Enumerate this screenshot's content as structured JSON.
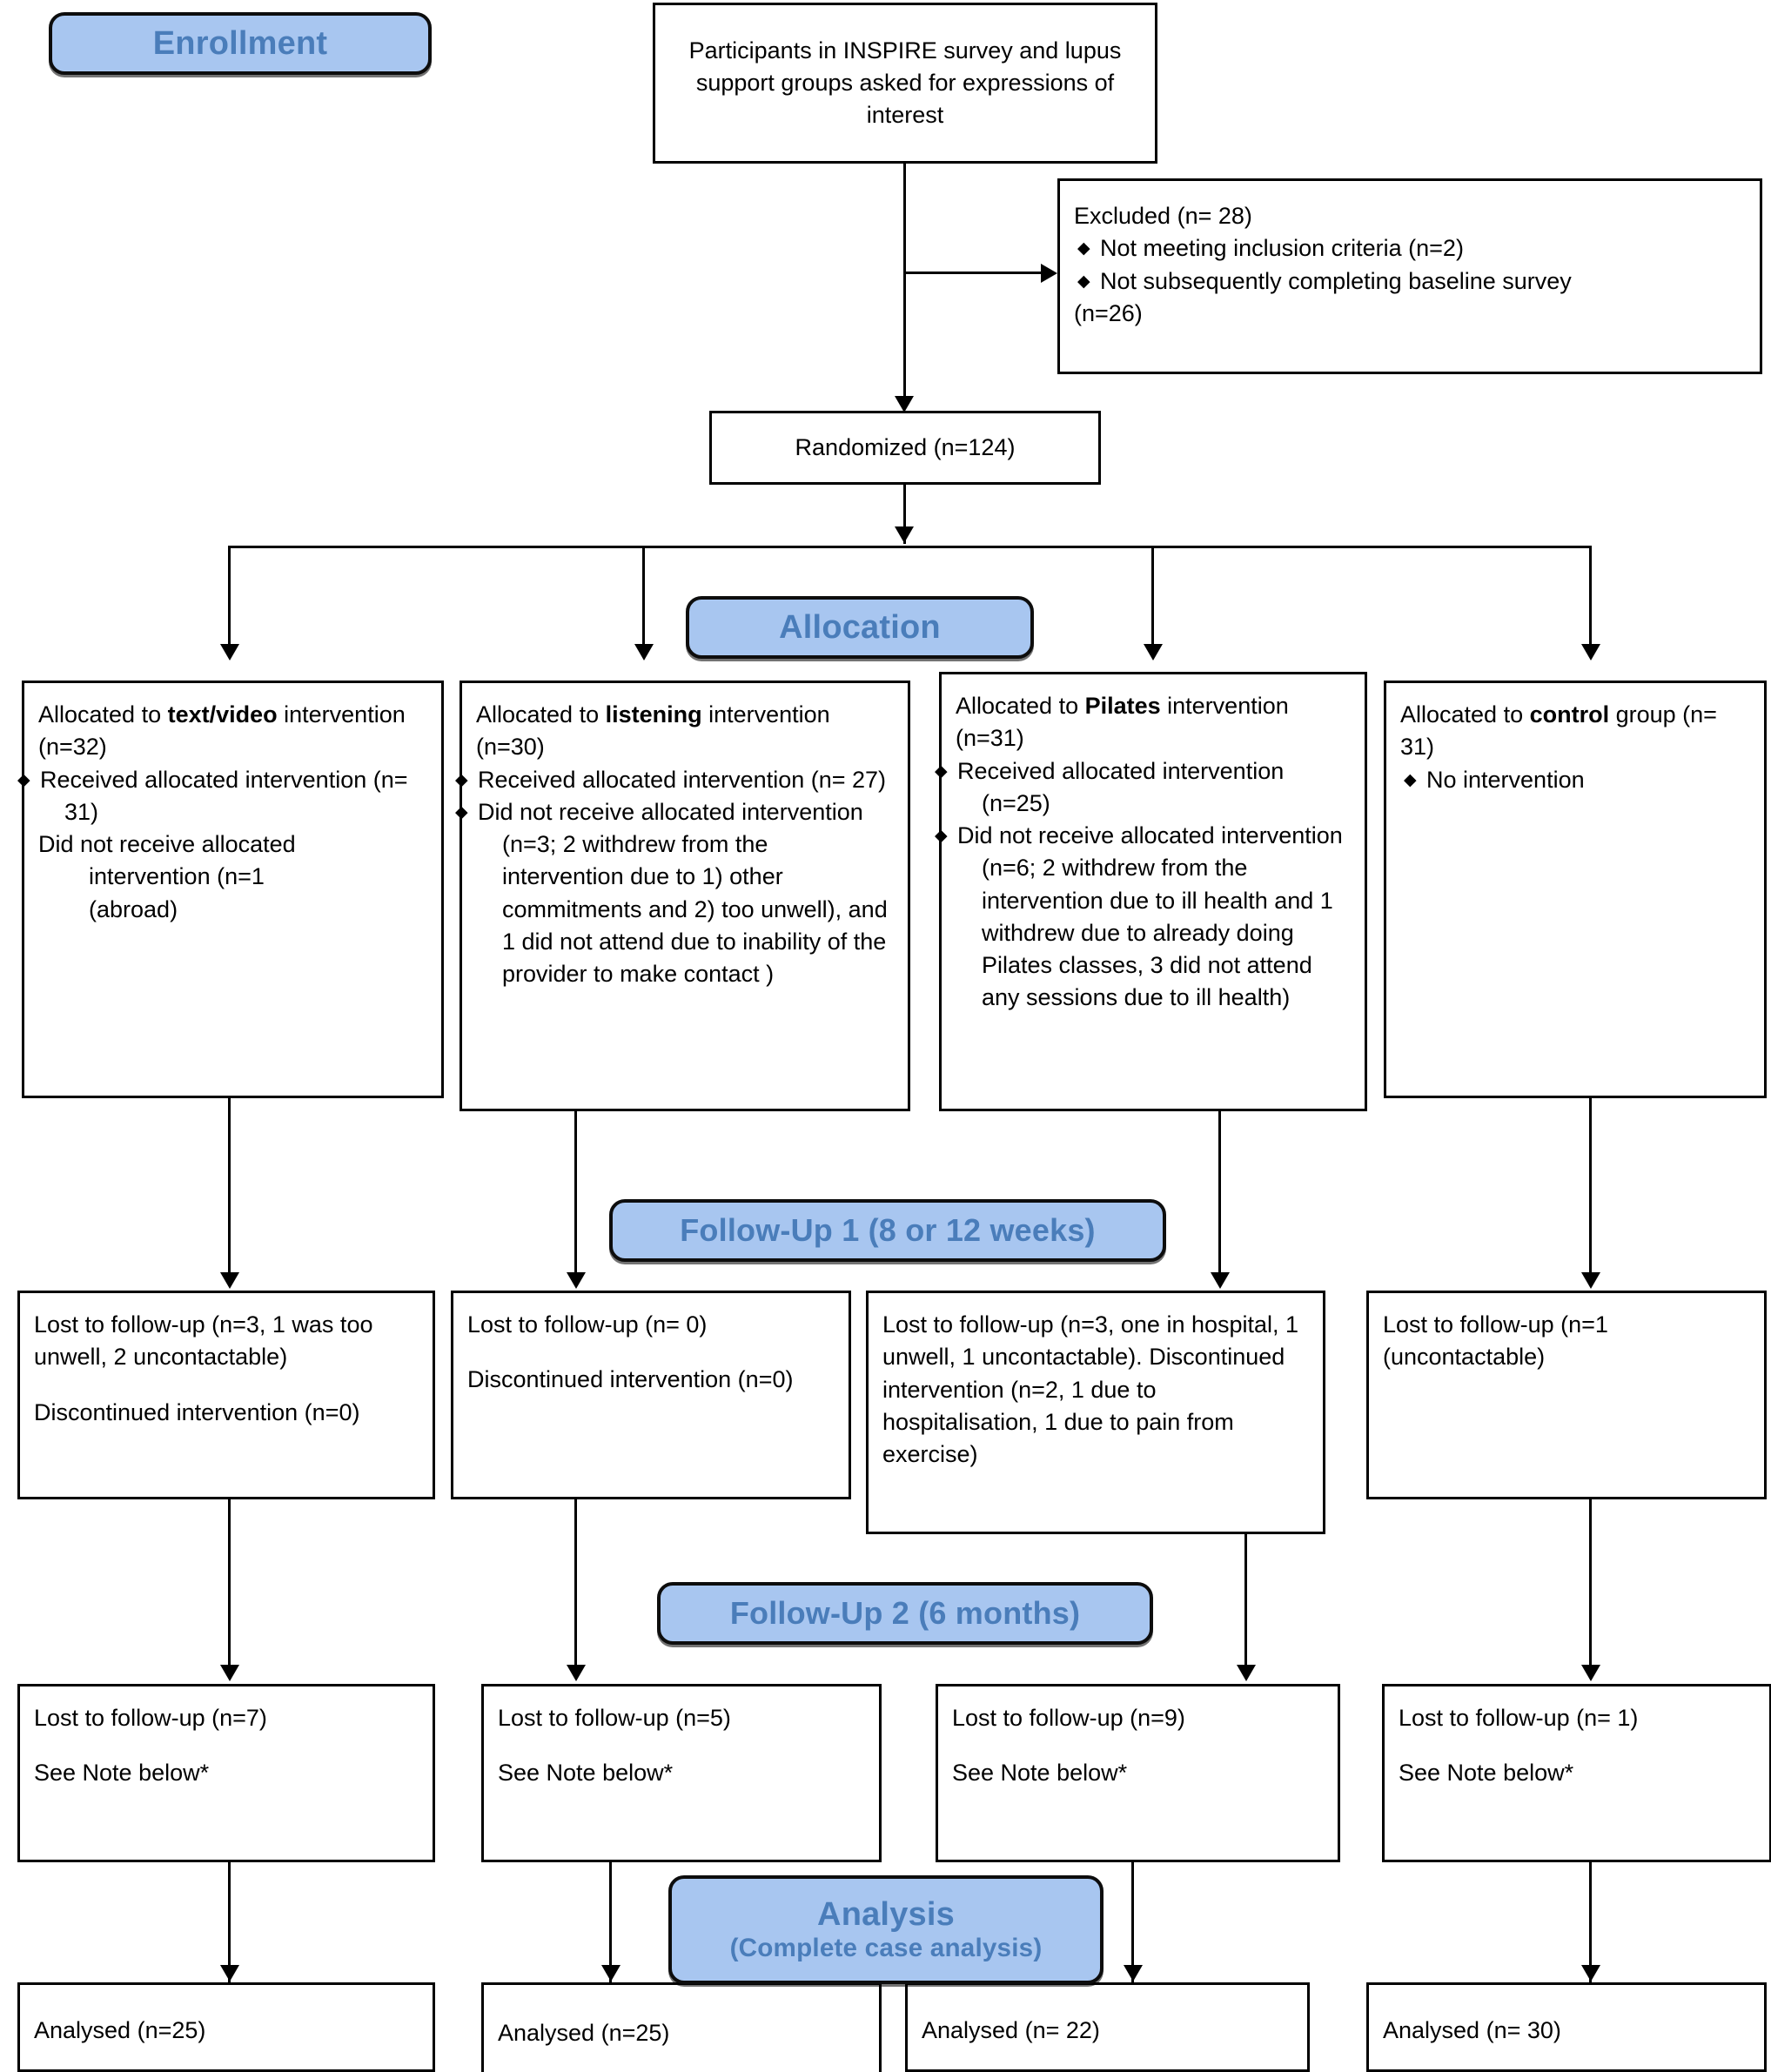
{
  "diagram": {
    "title": "CONSORT participant flow diagram",
    "accent_color": "#a8c6f0",
    "accent_text_color": "#4a7dba",
    "line_color": "#000000"
  },
  "banners": {
    "enrollment": "Enrollment",
    "allocation": "Allocation",
    "followup1": "Follow-Up 1 (8 or 12 weeks)",
    "followup2": "Follow-Up 2 (6 months)",
    "analysis_title": "Analysis",
    "analysis_sub": "(Complete case analysis)"
  },
  "enrollment": {
    "recruitment_box": "Participants in INSPIRE survey and lupus support groups asked for expressions of interest",
    "excluded": {
      "header": "Excluded  (n= 28)",
      "bullets": [
        "Not meeting inclusion criteria (n=2)",
        "Not subsequently completing baseline survey"
      ],
      "tail": "(n=26)"
    },
    "randomized": "Randomized (n=124)"
  },
  "allocation": [
    {
      "lead_prefix": "Allocated to ",
      "lead_bold": "text/video",
      "lead_suffix": " intervention (n=32)",
      "bullets": [
        "Received allocated intervention (n= 31)"
      ],
      "plain_lines": [
        "Did not receive allocated",
        "intervention (n=1",
        "(abroad)"
      ]
    },
    {
      "lead_prefix": "Allocated to ",
      "lead_bold": "listening",
      "lead_suffix": " intervention (n=30)",
      "bullets": [
        "Received allocated intervention (n= 27)",
        "Did not receive allocated intervention  (n=3; 2 withdrew from the intervention due to 1) other commitments and 2) too unwell), and 1 did not attend due to inability of the provider to make contact )"
      ],
      "plain_lines": []
    },
    {
      "lead_prefix": "Allocated to ",
      "lead_bold": "Pilates",
      "lead_suffix": " intervention (n=31)",
      "bullets": [
        "Received allocated intervention (n=25)",
        "Did not receive allocated intervention (n=6; 2 withdrew from the intervention due to ill health and 1 withdrew due to already doing Pilates classes, 3 did not attend any sessions due to ill health)"
      ],
      "plain_lines": []
    },
    {
      "lead_prefix": "Allocated to ",
      "lead_bold": "control",
      "lead_suffix": " group (n= 31)",
      "bullets": [
        "No intervention"
      ],
      "plain_lines": []
    }
  ],
  "followup1": [
    {
      "line1": "Lost to follow-up (n=3, 1 was too unwell, 2 uncontactable)",
      "line2": "Discontinued intervention (n=0)"
    },
    {
      "line1": "Lost to follow-up (n= 0)",
      "line2": "Discontinued intervention (n=0)"
    },
    {
      "line1": "Lost to follow-up (n=3, one in hospital, 1 unwell, 1 uncontactable). Discontinued intervention (n=2, 1 due to hospitalisation, 1 due to pain from exercise)",
      "line2": ""
    },
    {
      "line1": "Lost to follow-up (n=1 (uncontactable)",
      "line2": ""
    }
  ],
  "followup2": [
    {
      "line1": "Lost to follow-up (n=7)",
      "line2": "See Note below*"
    },
    {
      "line1": "Lost to follow-up (n=5)",
      "line2": "See Note below*"
    },
    {
      "line1": "Lost to follow-up (n=9)",
      "line2": "See Note below*"
    },
    {
      "line1": "Lost to follow-up (n= 1)",
      "line2": "See Note below*"
    }
  ],
  "analysis": [
    "Analysed  (n=25)",
    "Analysed  (n=25)",
    "Analysed  (n= 22)",
    "Analysed  (n= 30)"
  ]
}
